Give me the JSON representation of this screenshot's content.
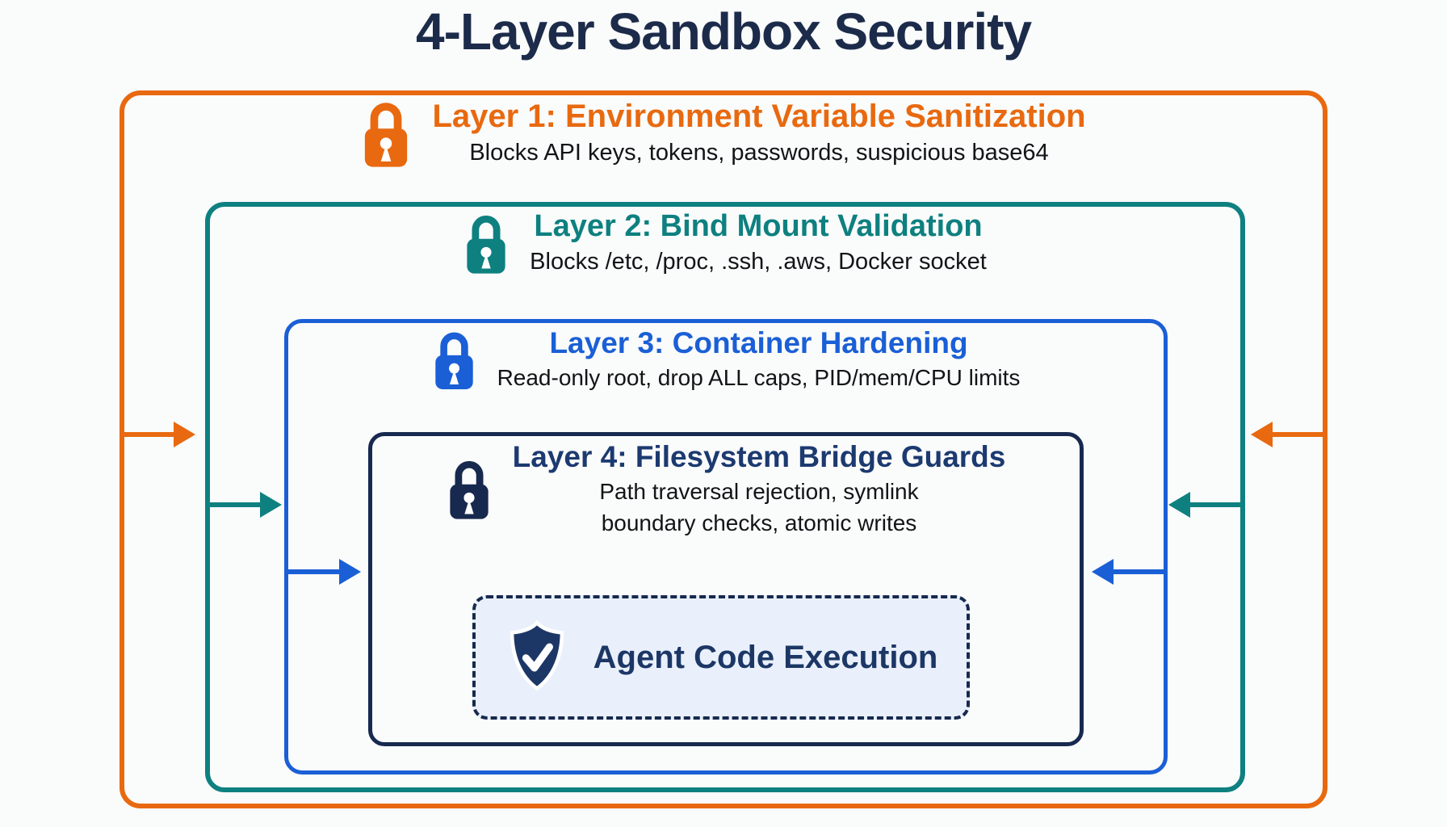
{
  "title": "4-Layer Sandbox Security",
  "colors": {
    "layer1": "#E8690F",
    "layer2": "#0E8080",
    "layer3": "#1A5FD6",
    "layer4": "#17294E",
    "layer4_text": "#1C3A70",
    "title_text": "#1C2B4A",
    "body_text": "#121417",
    "core_bg": "#E9F0FB",
    "core_text": "#1C3766",
    "page_bg": "#FAFBFB"
  },
  "layers": [
    {
      "id": 1,
      "title": "Layer 1: Environment Variable Sanitization",
      "subtitle": "Blocks API keys, tokens, passwords, suspicious base64",
      "color": "#E8690F",
      "icon": "lock-icon"
    },
    {
      "id": 2,
      "title": "Layer 2: Bind Mount Validation",
      "subtitle": "Blocks /etc, /proc, .ssh, .aws, Docker socket",
      "color": "#0E8080",
      "icon": "lock-icon"
    },
    {
      "id": 3,
      "title": "Layer 3: Container Hardening",
      "subtitle": "Read-only root, drop ALL caps, PID/mem/CPU limits",
      "color": "#1A5FD6",
      "icon": "lock-icon"
    },
    {
      "id": 4,
      "title": "Layer 4: Filesystem Bridge Guards",
      "subtitle_line1": "Path traversal rejection, symlink",
      "subtitle_line2": "boundary checks, atomic writes",
      "color": "#17294E",
      "icon": "lock-icon"
    }
  ],
  "core": {
    "label": "Agent Code Execution",
    "icon": "shield-check-icon"
  }
}
